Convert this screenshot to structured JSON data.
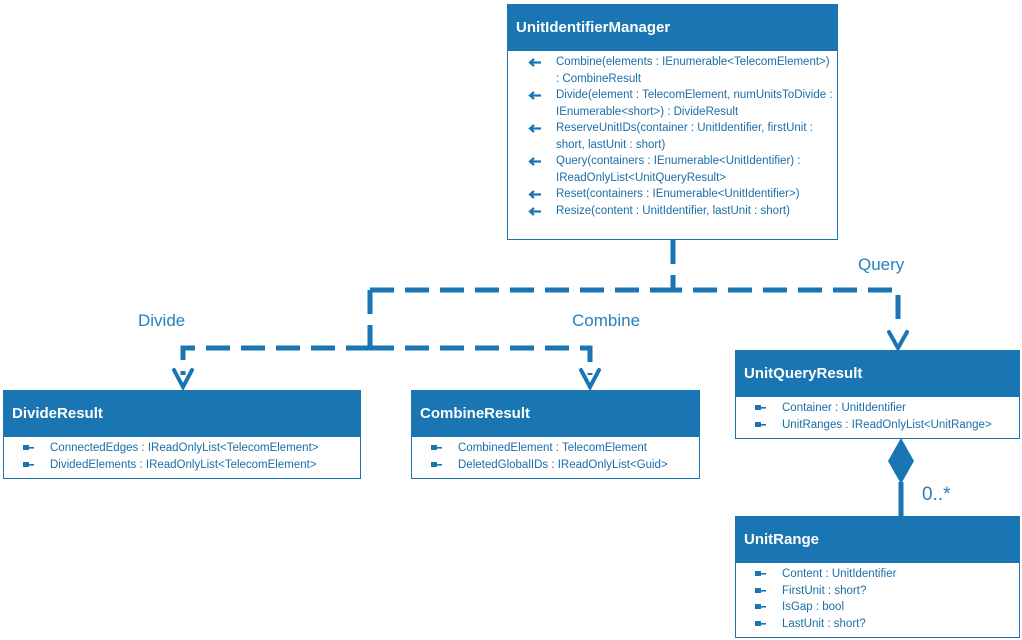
{
  "classes": {
    "manager": {
      "title": "UnitIdentifierManager",
      "methods": [
        "Combine(elements : IEnumerable<TelecomElement>)  : CombineResult",
        "Divide(element : TelecomElement, numUnitsToDivide : IEnumerable<short>) : DivideResult",
        "ReserveUnitIDs(container : UnitIdentifier, firstUnit : short, lastUnit  : short)",
        "Query(containers : IEnumerable<UnitIdentifier) : IReadOnlyList<UnitQueryResult>",
        "Reset(containers : IEnumerable<UnitIdentifier>)",
        "Resize(content : UnitIdentifier, lastUnit  : short)"
      ]
    },
    "divide_result": {
      "title": "DivideResult",
      "properties": [
        "ConnectedEdges : IReadOnlyList<TelecomElement>",
        "DividedElements : IReadOnlyList<TelecomElement>"
      ]
    },
    "combine_result": {
      "title": "CombineResult",
      "properties": [
        "CombinedElement : TelecomElement",
        "DeletedGlobalIDs : IReadOnlyList<Guid>"
      ]
    },
    "query_result": {
      "title": "UnitQueryResult",
      "properties": [
        "Container : UnitIdentifier",
        "UnitRanges : IReadOnlyList<UnitRange>"
      ]
    },
    "unit_range": {
      "title": "UnitRange",
      "properties": [
        "Content : UnitIdentifier",
        "FirstUnit : short?",
        "IsGap : bool",
        "LastUnit : short?"
      ]
    }
  },
  "relations": {
    "divide": "Divide",
    "combine": "Combine",
    "query": "Query",
    "multiplicity": "0..*"
  },
  "colors": {
    "header": "#1a76b3",
    "connector": "#1a76b3",
    "text": "#1a6ea8",
    "label": "#2680be"
  }
}
